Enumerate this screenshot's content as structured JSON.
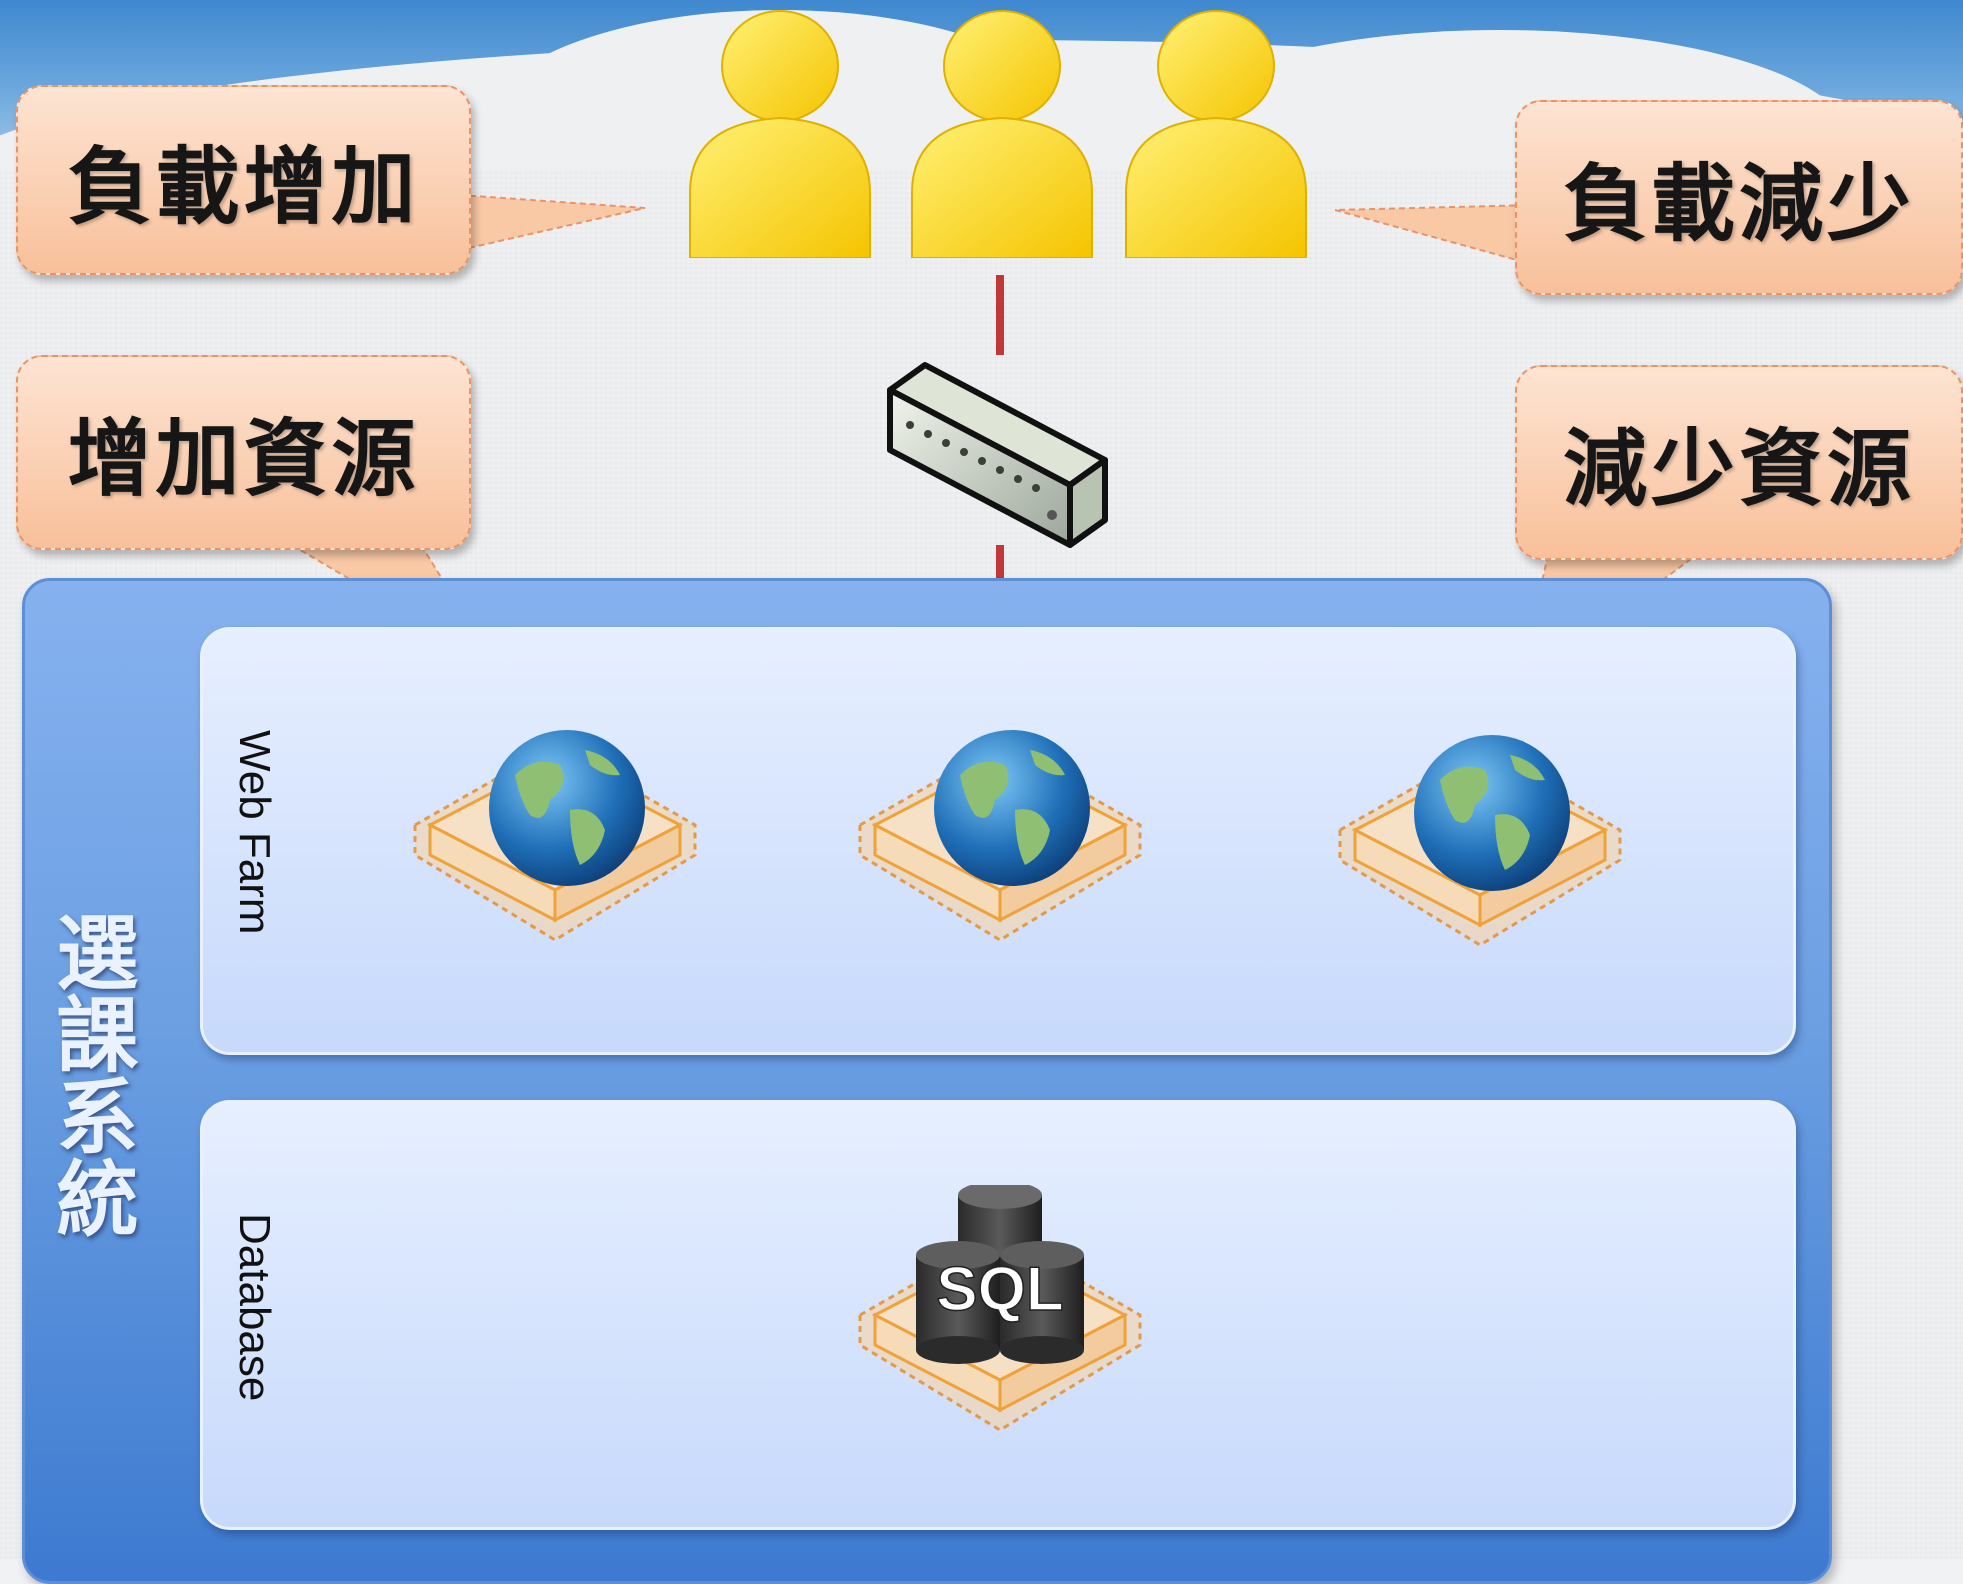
{
  "callouts": {
    "load_increase": "負載增加",
    "load_decrease": "負載減少",
    "add_resources": "增加資源",
    "remove_resources": "減少資源"
  },
  "system": {
    "label": "選課系統",
    "tiers": {
      "web": "Web Farm",
      "database": "Database"
    }
  },
  "database_server": {
    "badge_text": "SQL"
  },
  "colors": {
    "callout_fill": "#f8c09a",
    "panel_blue": "#6b9fe2",
    "user_yellow": "#ffd42a",
    "wire_red": "#c0383a",
    "server_orange": "#f0a23a"
  },
  "icons": [
    "user-icon",
    "network-switch-icon",
    "web-server-icon",
    "sql-database-icon"
  ]
}
